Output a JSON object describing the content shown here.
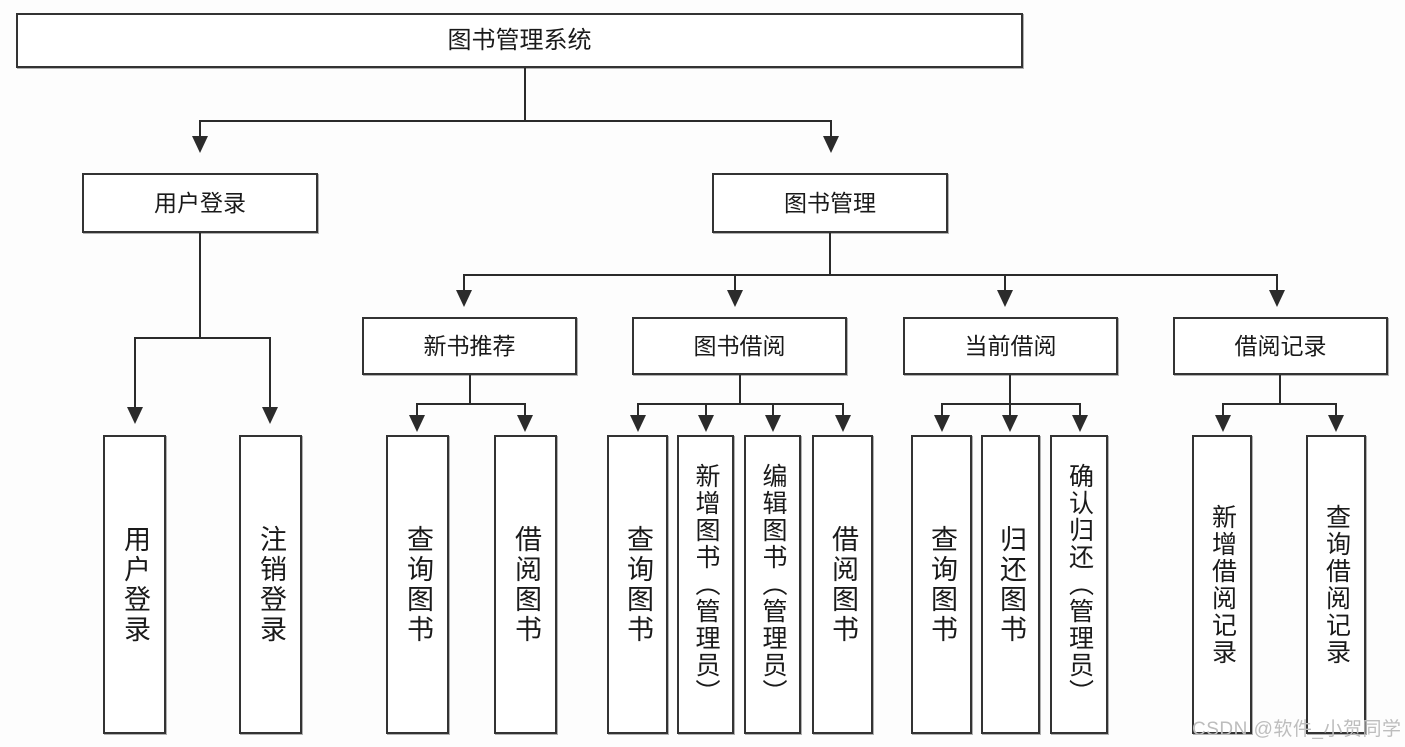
{
  "diagram": {
    "title": "图书管理系统",
    "type": "tree",
    "root": {
      "label": "图书管理系统"
    },
    "level1": [
      {
        "label": "用户登录"
      },
      {
        "label": "图书管理"
      }
    ],
    "level2": [
      {
        "label": "新书推荐"
      },
      {
        "label": "图书借阅"
      },
      {
        "label": "当前借阅"
      },
      {
        "label": "借阅记录"
      }
    ],
    "leaves_user_login": [
      {
        "label": "用户登录"
      },
      {
        "label": "注销登录"
      }
    ],
    "leaves_new_book": [
      {
        "label": "查询图书"
      },
      {
        "label": "借阅图书"
      }
    ],
    "leaves_borrow": [
      {
        "label": "查询图书"
      },
      {
        "label": "新增图书（管理员）"
      },
      {
        "label": "编辑图书（管理员）"
      },
      {
        "label": "借阅图书"
      }
    ],
    "leaves_current": [
      {
        "label": "查询图书"
      },
      {
        "label": "归还图书"
      },
      {
        "label": "确认归还（管理员）"
      }
    ],
    "leaves_records": [
      {
        "label": "新增借阅记录"
      },
      {
        "label": "查询借阅记录"
      }
    ]
  },
  "watermark": {
    "text": "CSDN @软件_小贺同学"
  },
  "colors": {
    "border": "#333333",
    "connector": "#2b2b2b",
    "background": "#fdfdfd",
    "text": "#1a1a1a",
    "watermark": "#bdbdbd"
  }
}
